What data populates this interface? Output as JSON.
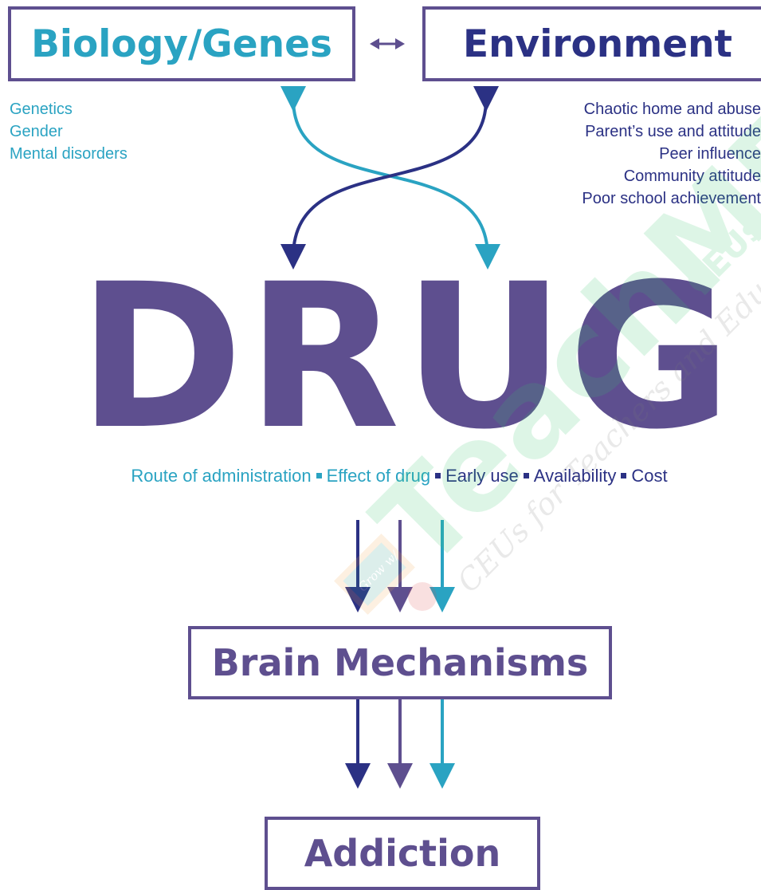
{
  "boxes": {
    "biology": "Biology/Genes",
    "environment": "Environment",
    "brain": "Brain Mechanisms",
    "addiction": "Addiction"
  },
  "biology_factors": [
    "Genetics",
    "Gender",
    "Mental disorders"
  ],
  "environment_factors": [
    "Chaotic home and abuse",
    "Parent’s use and attitude",
    "Peer influence",
    "Community attitude",
    "Poor school achievement"
  ],
  "drug": "DRUG",
  "drug_factors": [
    "Route of administration",
    "Effect of drug",
    "Early use",
    "Availability",
    "Cost"
  ],
  "watermark": {
    "brand": "TeachME",
    "top": "CEUs.c",
    "tagline": "CEUs for Teachers and Edu",
    "slate": "Grow w/"
  },
  "colors": {
    "purple": "#5e4f8f",
    "navy": "#2b3184",
    "teal": "#2aa3c2",
    "watermark_green": "#35c86b"
  }
}
